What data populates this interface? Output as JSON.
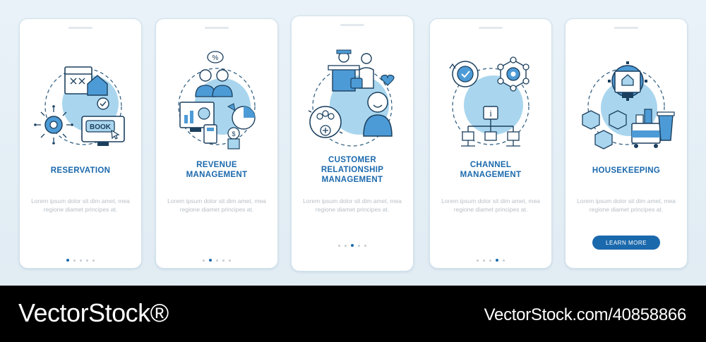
{
  "colors": {
    "accent": "#1b69ad",
    "light_blue": "#a9d6ee",
    "mid_blue": "#4d9bd6"
  },
  "cards": [
    {
      "title": "RESERVATION",
      "body": "Lorem ipsum dolor sit dim amet, mea regione diamet principes at.",
      "illustration": "reservation-illustration",
      "page_index": 1
    },
    {
      "title": "REVENUE\nMANAGEMENT",
      "body": "Lorem ipsum dolor sit dim amet, mea regione diamet principes at.",
      "illustration": "revenue-management-illustration",
      "page_index": 2
    },
    {
      "title": "CUSTOMER\nRELATIONSHIP\nMANAGEMENT",
      "body": "Lorem ipsum dolor sit dim amet, mea regione diamet principes at.",
      "illustration": "customer-relationship-illustration",
      "page_index": 3
    },
    {
      "title": "CHANNEL\nMANAGEMENT",
      "body": "Lorem ipsum dolor sit dim amet, mea regione diamet principes at.",
      "illustration": "channel-management-illustration",
      "page_index": 4
    },
    {
      "title": "HOUSEKEEPING",
      "body": "Lorem ipsum dolor sit dim amet, mea regione diamet principes at.",
      "illustration": "housekeeping-illustration",
      "button_label": "LEARN MORE"
    }
  ],
  "pagination": {
    "total": 5
  },
  "footer": {
    "brand": "VectorStock®",
    "stock_id": "VectorStock.com/40858866"
  }
}
